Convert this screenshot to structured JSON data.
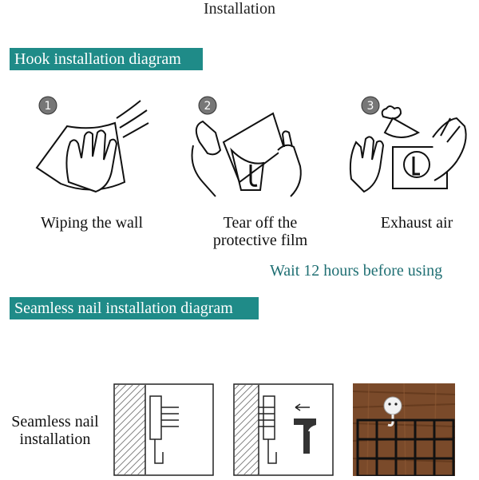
{
  "page": {
    "title": "Installation"
  },
  "hook_section": {
    "banner": "Hook installation diagram",
    "steps": [
      {
        "number": "1",
        "caption": "Wiping the wall",
        "icon": "wiping-hands-icon"
      },
      {
        "number": "2",
        "caption_line1": "Tear off the",
        "caption_line2": "protective film",
        "icon": "tear-film-icon"
      },
      {
        "number": "3",
        "caption": "Exhaust air",
        "icon": "exhaust-air-icon"
      }
    ],
    "note": "Wait 12 hours before using"
  },
  "nail_section": {
    "banner": "Seamless nail installation diagram",
    "label_line1": "Seamless nail",
    "label_line2": "installation",
    "diagrams": [
      {
        "icon": "nail-wall-diagram-icon"
      },
      {
        "icon": "hammer-nail-diagram-icon"
      },
      {
        "icon": "grid-on-wood-photo-icon"
      }
    ]
  },
  "colors": {
    "banner": "#1f8b88",
    "note": "#1f6f73"
  }
}
